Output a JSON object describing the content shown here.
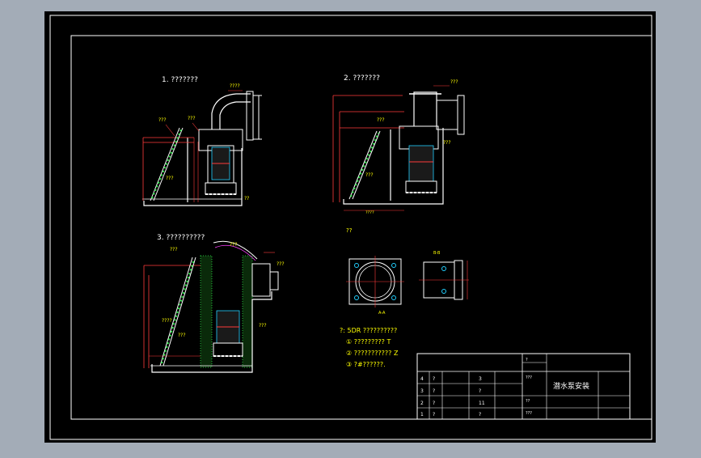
{
  "colors": {
    "outer_bg": "#a3acb7",
    "sheet": "#000000",
    "line_white": "#ffffff",
    "dim_red": "#ff3b3b",
    "label_yellow": "#ffff00",
    "hatch_green": "#2eea4a",
    "pipe_cyan": "#22d0ff",
    "accent_magenta": "#ff40ff"
  },
  "views": {
    "view1_title": "1. ???????",
    "view2_title": "2. ???????",
    "view3_title": "3. ??????????",
    "flange_title": "??"
  },
  "labels": {
    "v1": [
      "????",
      "???",
      "???",
      "???",
      "??"
    ],
    "v2": [
      "???",
      "???",
      "???",
      "???",
      "????"
    ],
    "v3": [
      "???",
      "???",
      "????",
      "???",
      "???",
      "???"
    ],
    "flange_section": "B-B",
    "flange_section2": "A-A"
  },
  "notes": {
    "heading": "?: 5DR ??????????",
    "n1": "① ?????????    T",
    "n2": "② ???????????    Z",
    "n3": "③ ?#??????."
  },
  "title_block": {
    "drawing_name": "潜水泵安装",
    "left_codes": [
      "4",
      "3",
      "2",
      "1"
    ],
    "left_names": [
      "?",
      "?",
      "?",
      "?"
    ],
    "mid_codes": [
      "3",
      "?",
      "11",
      "?"
    ],
    "right_fields": [
      "?",
      "???",
      "??",
      "???"
    ]
  }
}
